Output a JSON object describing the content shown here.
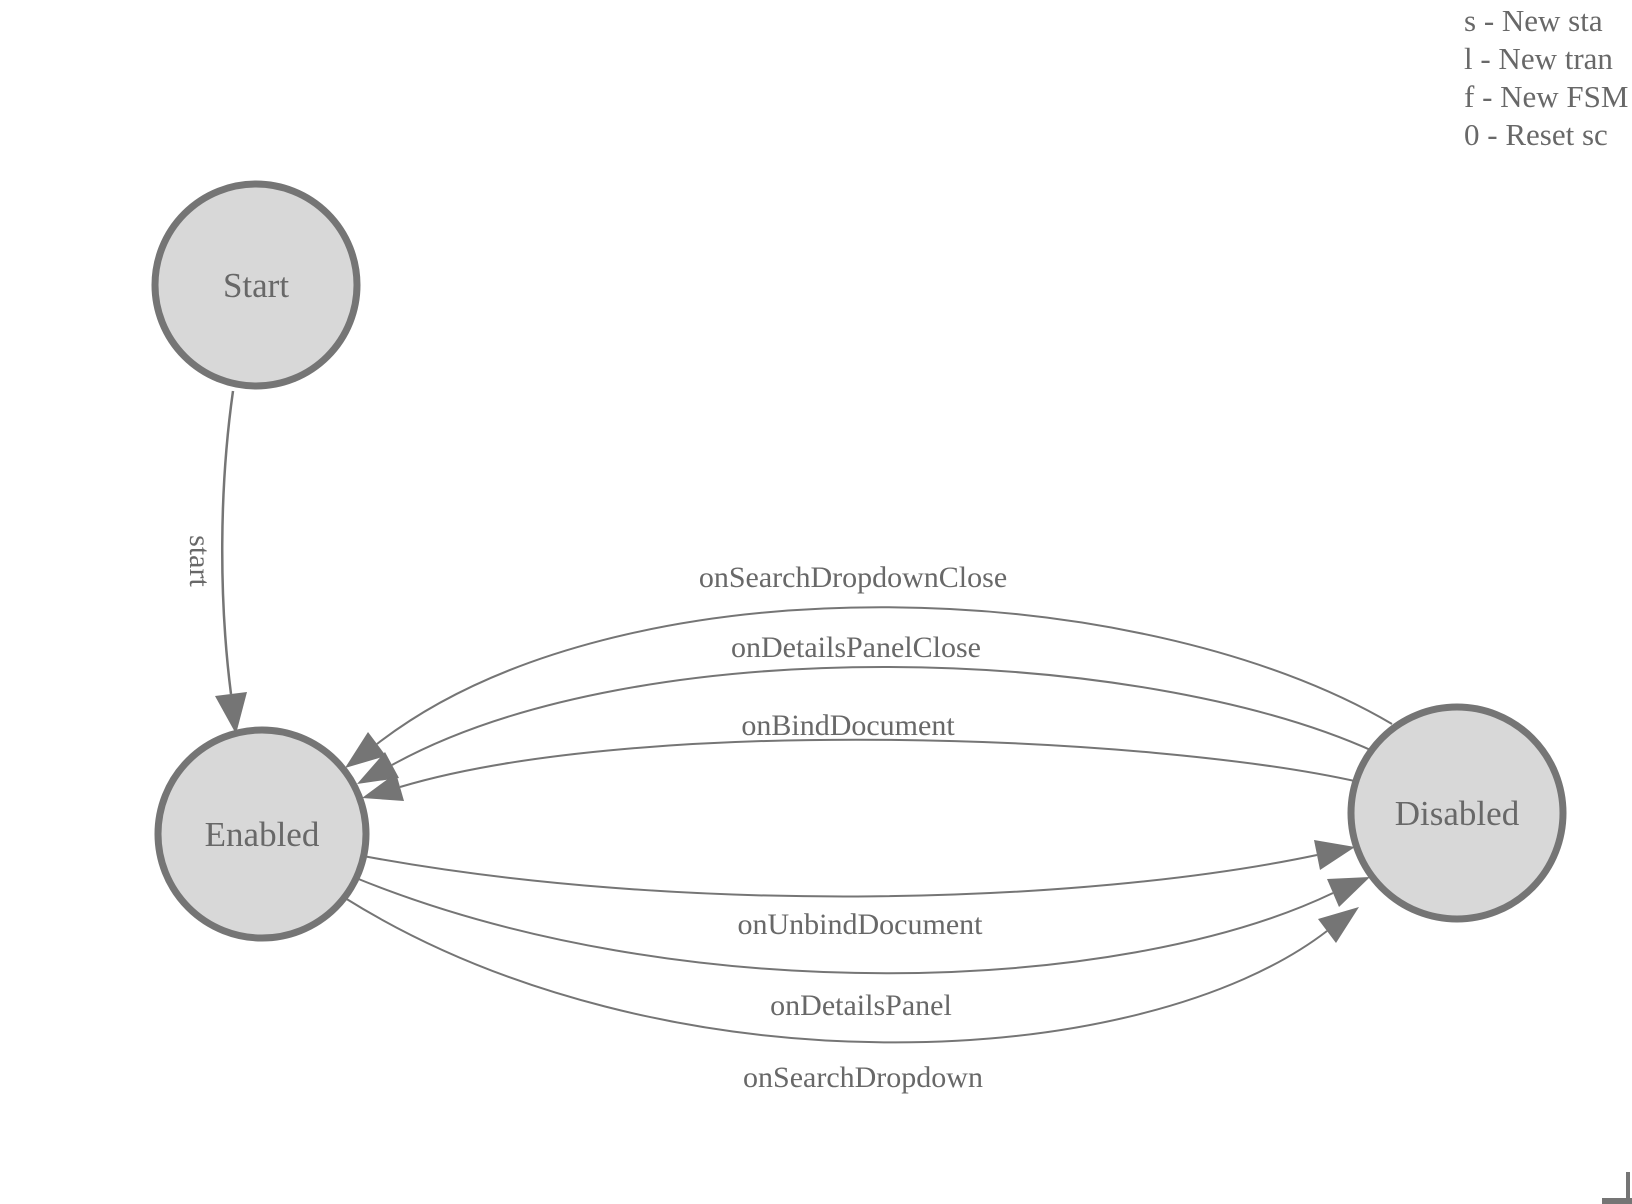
{
  "legend": {
    "lines": [
      "s - New sta",
      "l - New tran",
      "f - New FSM",
      "0 - Reset sc"
    ]
  },
  "nodes": [
    {
      "id": "start",
      "label": "Start"
    },
    {
      "id": "enabled",
      "label": "Enabled"
    },
    {
      "id": "disabled",
      "label": "Disabled"
    }
  ],
  "edges": [
    {
      "from": "start",
      "to": "enabled",
      "label": "start"
    },
    {
      "from": "disabled",
      "to": "enabled",
      "label": "onSearchDropdownClose"
    },
    {
      "from": "disabled",
      "to": "enabled",
      "label": "onDetailsPanelClose"
    },
    {
      "from": "disabled",
      "to": "enabled",
      "label": "onBindDocument"
    },
    {
      "from": "enabled",
      "to": "disabled",
      "label": "onUnbindDocument"
    },
    {
      "from": "enabled",
      "to": "disabled",
      "label": "onDetailsPanel"
    },
    {
      "from": "enabled",
      "to": "disabled",
      "label": "onSearchDropdown"
    }
  ],
  "colors": {
    "background": "#ffffff",
    "node_fill": "#d8d8d8",
    "node_stroke": "#757575",
    "edge_color": "#757575",
    "text_color": "#686868"
  }
}
